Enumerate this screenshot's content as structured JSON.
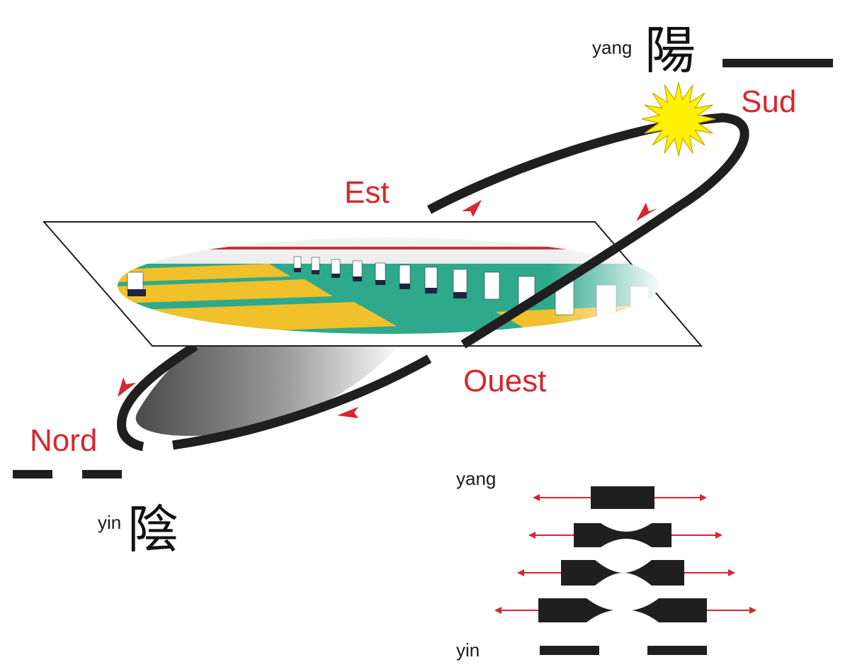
{
  "labels": {
    "sud": "Sud",
    "est": "Est",
    "ouest": "Ouest",
    "nord": "Nord",
    "yang_small_top": "yang",
    "yin_small_bottom": "yin",
    "yang_legend": "yang",
    "yin_legend": "yin"
  },
  "kanji": {
    "yang": "陽",
    "yin": "陰"
  },
  "colors": {
    "accent_red": "#d7262e",
    "orbit": "#1f1f1f",
    "sun": "#fff200",
    "sun_stroke": "#c9a400",
    "mat_green": "#2fa98c",
    "mat_yellow": "#f0c12a"
  },
  "icons": {
    "sun": "sun-icon",
    "arrow": "arrow-icon"
  }
}
